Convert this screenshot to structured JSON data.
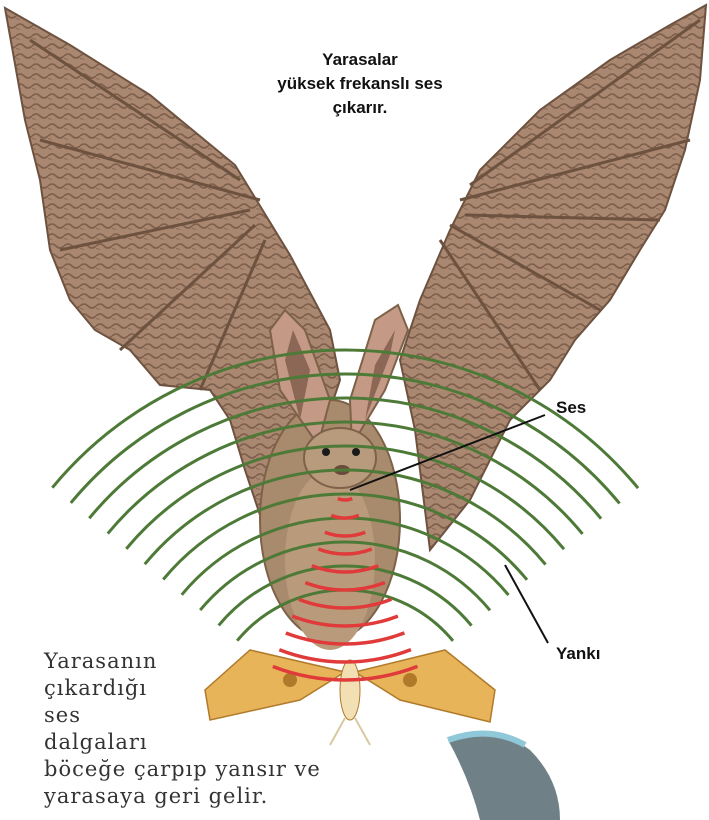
{
  "title": {
    "line1": "Yarasalar",
    "line2": "yüksek frekanslı ses",
    "line3": "çıkarır."
  },
  "labels": {
    "sound": "Ses",
    "echo": "Yankı"
  },
  "caption": {
    "line1": "Yarasanın",
    "line2": "çıkardığı",
    "line3": "ses",
    "line4": "dalgaları",
    "line5": "böceğe çarpıp yansır ve",
    "line6": "yarasaya geri  gelir."
  },
  "colors": {
    "background": "#ffffff",
    "wing": "#9c7a63",
    "wing_dark": "#6e5240",
    "body": "#a88a6c",
    "echo_waves": "#4e7a38",
    "sound_waves": "#e03a3a",
    "moth": "#e8b45a",
    "leaf": "#6f8186"
  },
  "icons": {
    "bat": "bat-illustration",
    "moth": "moth-illustration",
    "leaf": "leaf-illustration"
  }
}
